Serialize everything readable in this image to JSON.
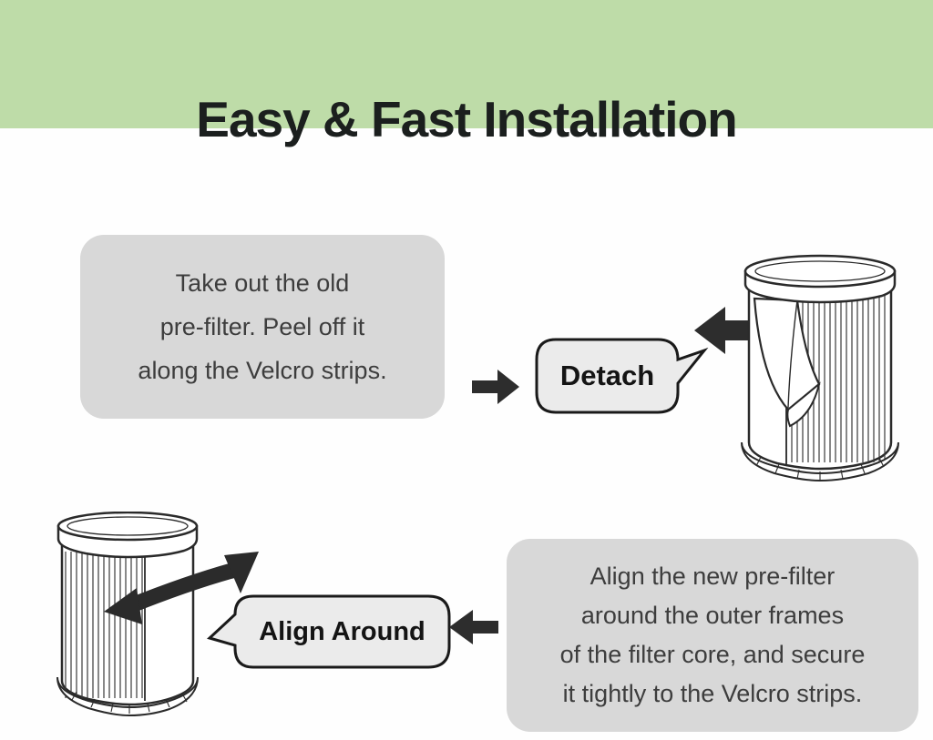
{
  "header": {
    "title": "Easy & Fast Installation"
  },
  "steps": [
    {
      "id": "detach",
      "instruction_lines": [
        "Take out the old",
        "pre-filter. Peel off it",
        "along the Velcro strips."
      ],
      "bubble_label": "Detach",
      "illustration": "filter-cylinder-with-peeled-prefilter"
    },
    {
      "id": "align-around",
      "instruction_lines": [
        "Align the new pre-filter",
        "around the outer frames",
        "of the filter core, and secure",
        "it tightly to the Velcro strips."
      ],
      "bubble_label": "Align Around",
      "illustration": "filter-cylinder-with-wraparound-arrow"
    }
  ],
  "colors": {
    "banner_green": "#bedca8",
    "note_gray": "#d8d8d8",
    "bubble_gray": "#ebebeb",
    "arrow_dark": "#2d2d2d",
    "title_text": "#1b1f1e",
    "note_text": "#3d3d3d"
  }
}
